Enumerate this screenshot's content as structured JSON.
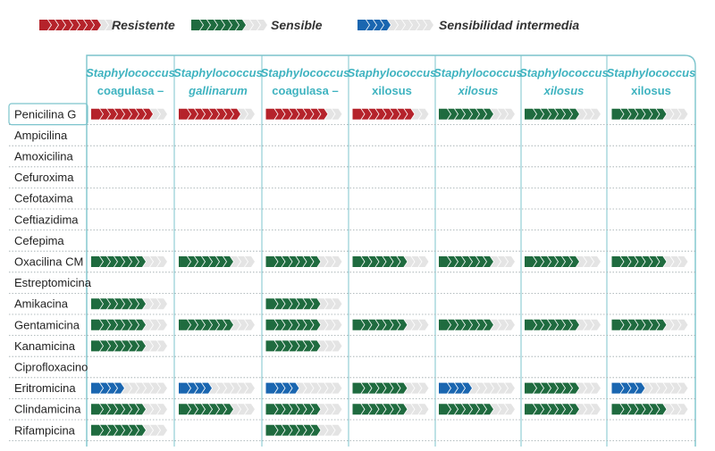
{
  "legend": [
    {
      "key": "R",
      "label": "Resistente",
      "color": "#b5232b"
    },
    {
      "key": "S",
      "label": "Sensible",
      "color": "#1f6b3f"
    },
    {
      "key": "I",
      "label": "Sensibilidad intermedia",
      "color": "#1a66b0"
    }
  ],
  "colors": {
    "resistant": "#b5232b",
    "sensitive": "#1f6b3f",
    "intermediate": "#1a66b0",
    "empty_marker": "#e4e4e4",
    "header_text": "#3fb3c0",
    "grid_line": "#7cc4cc",
    "row_label_text": "#222222"
  },
  "chart_data": {
    "type": "table",
    "columns": [
      {
        "genus": "Staphylococcus",
        "species": "coagulasa –"
      },
      {
        "genus": "Staphylococcus",
        "species": "gallinarum"
      },
      {
        "genus": "Staphylococcus",
        "species": "coagulasa –"
      },
      {
        "genus": "Staphylococcus",
        "species": "xilosus"
      },
      {
        "genus": "Staphylococcus",
        "species": "xilosus"
      },
      {
        "genus": "Staphylococcus",
        "species": "xilosus"
      },
      {
        "genus": "Staphylococcus",
        "species": "xilosus"
      }
    ],
    "rows": [
      "Penicilina G",
      "Ampicilina",
      "Amoxicilina",
      "Cefuroxima",
      "Cefotaxima",
      "Ceftiazidima",
      "Cefepima",
      "Oxacilina CM",
      "Estreptomicina",
      "Amikacina",
      "Gentamicina",
      "Kanamicina",
      "Ciprofloxacino",
      "Eritromicina",
      "Clindamicina",
      "Rifampicina"
    ],
    "cells": [
      [
        "R",
        "R",
        "R",
        "R",
        "S",
        "S",
        "S"
      ],
      [
        "",
        "",
        "",
        "",
        "",
        "",
        ""
      ],
      [
        "",
        "",
        "",
        "",
        "",
        "",
        ""
      ],
      [
        "",
        "",
        "",
        "",
        "",
        "",
        ""
      ],
      [
        "",
        "",
        "",
        "",
        "",
        "",
        ""
      ],
      [
        "",
        "",
        "",
        "",
        "",
        "",
        ""
      ],
      [
        "",
        "",
        "",
        "",
        "",
        "",
        ""
      ],
      [
        "S",
        "S",
        "S",
        "S",
        "S",
        "S",
        "S"
      ],
      [
        "",
        "",
        "",
        "",
        "",
        "",
        ""
      ],
      [
        "S",
        "",
        "S",
        "",
        "",
        "",
        ""
      ],
      [
        "S",
        "S",
        "S",
        "S",
        "S",
        "S",
        "S"
      ],
      [
        "S",
        "",
        "S",
        "",
        "",
        "",
        ""
      ],
      [
        "",
        "",
        "",
        "",
        "",
        "",
        ""
      ],
      [
        "I",
        "I",
        "I",
        "S",
        "I",
        "S",
        "I"
      ],
      [
        "S",
        "S",
        "S",
        "S",
        "S",
        "S",
        "S"
      ],
      [
        "S",
        "",
        "S",
        "",
        "",
        "",
        ""
      ]
    ],
    "marker_counts": {
      "R": 8,
      "S": 7,
      "I": 4
    }
  }
}
